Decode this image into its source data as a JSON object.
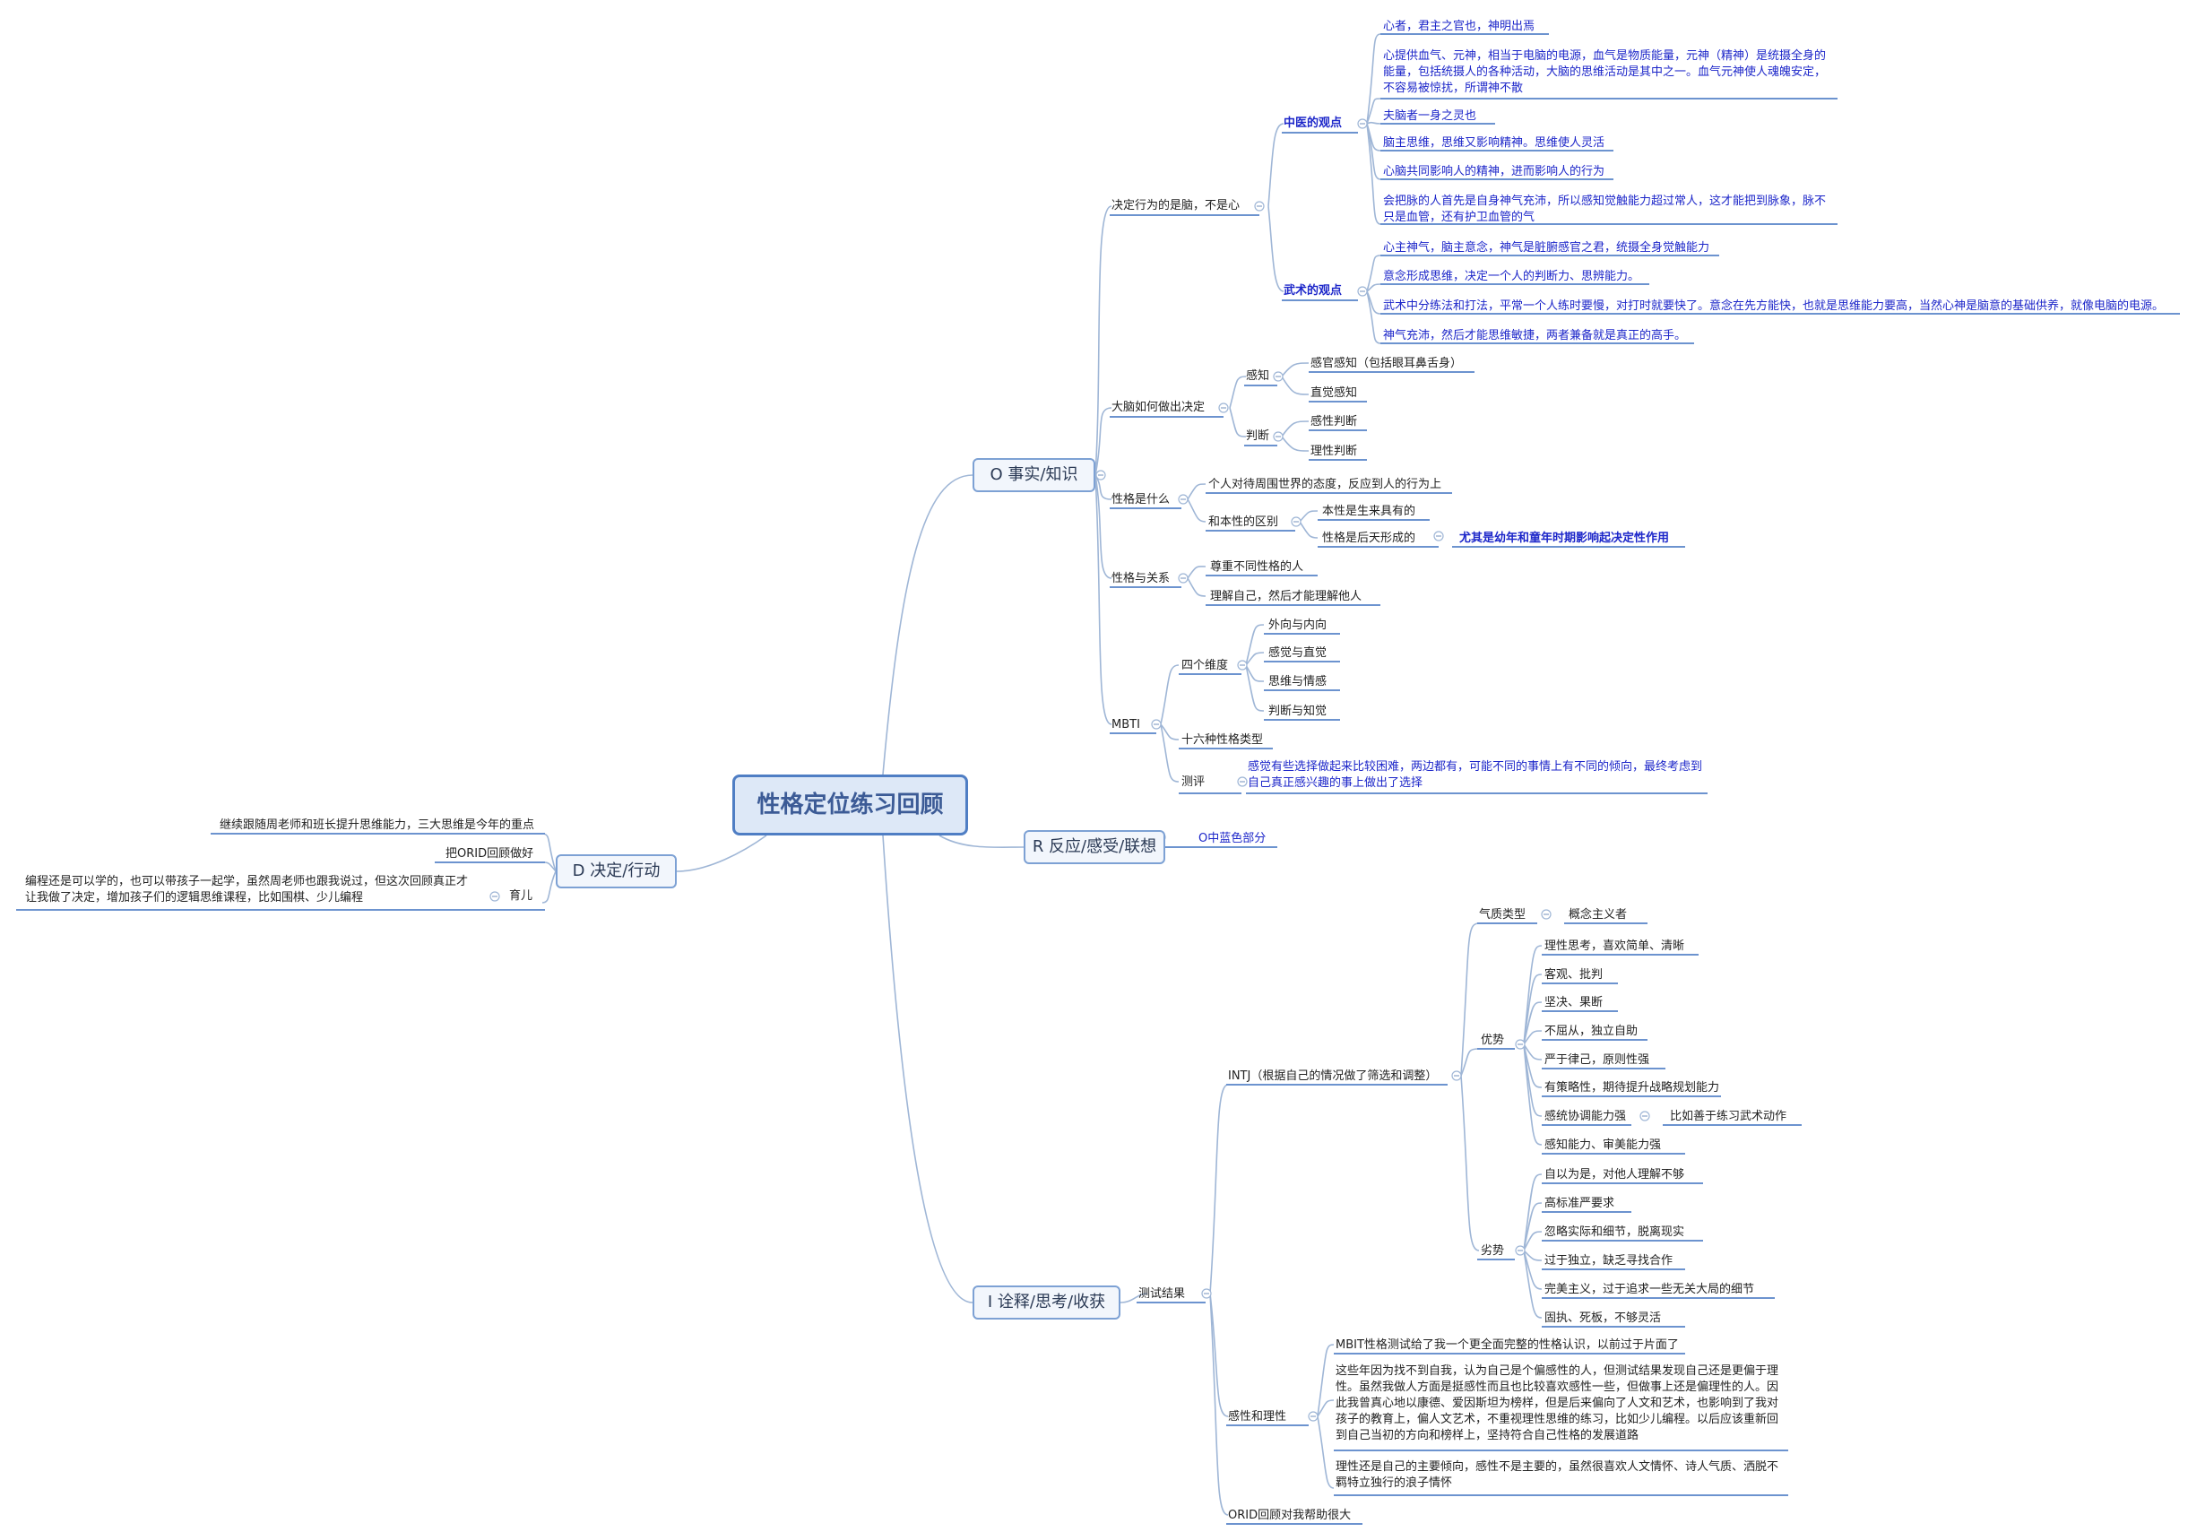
{
  "root": "性格定位练习回顾",
  "branches": {
    "o": "O 事实/知识",
    "r": "R 反应/感受/联想",
    "i": "I 诠释/思考/收获",
    "d": "D 决定/行动"
  },
  "o": {
    "decide": "决定行为的是脑，不是心",
    "tcm_view": "中医的观点",
    "tcm": [
      "心者，君主之官也，神明出焉",
      "心提供血气、元神，相当于电脑的电源，血气是物质能量，元神（精神）是统摄全身的能量，包括统摄人的各种活动，大脑的思维活动是其中之一。血气元神使人魂魄安定，不容易被惊扰，所谓神不散",
      "夫脑者一身之灵也",
      "脑主思维，思维又影响精神。思维使人灵活",
      "心脑共同影响人的精神，进而影响人的行为",
      "会把脉的人首先是自身神气充沛，所以感知觉触能力超过常人，这才能把到脉象，脉不只是血管，还有护卫血管的气"
    ],
    "martial_view": "武术的观点",
    "martial": [
      "心主神气，脑主意念，神气是脏腑感官之君，统摄全身觉触能力",
      "意念形成思维，决定一个人的判断力、思辨能力。",
      "武术中分练法和打法，平常一个人练时要慢，对打时就要快了。意念在先方能快，也就是思维能力要高，当然心神是脑意的基础供养，就像电脑的电源。",
      "神气充沛，然后才能思维敏捷，两者兼备就是真正的高手。"
    ],
    "brain": "大脑如何做出决定",
    "perceive": "感知",
    "perceive_items": [
      "感官感知（包括眼耳鼻舌身）",
      "直觉感知"
    ],
    "judge": "判断",
    "judge_items": [
      "感性判断",
      "理性判断"
    ],
    "what": "性格是什么",
    "what_def": "个人对待周围世界的态度，反应到人的行为上",
    "diff": "和本性的区别",
    "nature": "本性是生来具有的",
    "acquired": "性格是后天形成的",
    "acquired_note": "尤其是幼年和童年时期影响起决定性作用",
    "relation": "性格与关系",
    "relation_items": [
      "尊重不同性格的人",
      "理解自己，然后才能理解他人"
    ],
    "mbti": "MBTI",
    "four": "四个维度",
    "four_items": [
      "外向与内向",
      "感觉与直觉",
      "思维与情感",
      "判断与知觉"
    ],
    "sixteen": "十六种性格类型",
    "review": "测评",
    "review_text": "感觉有些选择做起来比较困难，两边都有，可能不同的事情上有不同的倾向，最终考虑到自己真正感兴趣的事上做出了选择"
  },
  "r": {
    "note": "O中蓝色部分"
  },
  "i": {
    "result": "测试结果",
    "intj": "INTJ（根据自己的情况做了筛选和调整）",
    "temper": "气质类型",
    "temper_val": "概念主义者",
    "adv": "优势",
    "adv_items": [
      "理性思考，喜欢简单、清晰",
      "客观、批判",
      "坚决、果断",
      "不屈从，独立自助",
      "严于律己，原则性强",
      "有策略性，期待提升战略规划能力",
      "感统协调能力强",
      "感知能力、审美能力强"
    ],
    "adv_sub": "比如善于练习武术动作",
    "weak": "劣势",
    "weak_items": [
      "自以为是，对他人理解不够",
      "高标准严要求",
      "忽略实际和细节，脱离现实",
      "过于独立，缺乏寻找合作",
      "完美主义，过于追求一些无关大局的细节",
      "固执、死板，不够灵活"
    ],
    "sense": "感性和理性",
    "sense_items": [
      "MBIT性格测试给了我一个更全面完整的性格认识，以前过于片面了",
      "这些年因为找不到自我，认为自己是个偏感性的人，但测试结果发现自己还是更偏于理性。虽然我做人方面是挺感性而且也比较喜欢感性一些，但做事上还是偏理性的人。因此我曾真心地以康德、爱因斯坦为榜样，但是后来偏向了人文和艺术，也影响到了我对孩子的教育上，偏人文艺术，不重视理性思维的练习，比如少儿编程。以后应该重新回到自己当初的方向和榜样上，坚持符合自己性格的发展道路",
      "理性还是自己的主要倾向，感性不是主要的，虽然很喜欢人文情怀、诗人气质、洒脱不羁特立独行的浪子情怀"
    ],
    "orid": "ORID回顾对我帮助很大"
  },
  "d": {
    "items": [
      "继续跟随周老师和班长提升思维能力，三大思维是今年的重点",
      "把ORID回顾做好"
    ],
    "parent": "育儿",
    "parent_text": "编程还是可以学的，也可以带孩子一起学，虽然周老师也跟我说过，但这次回顾真正才让我做了决定，增加孩子们的逻辑思维课程，比如围棋、少儿编程"
  }
}
